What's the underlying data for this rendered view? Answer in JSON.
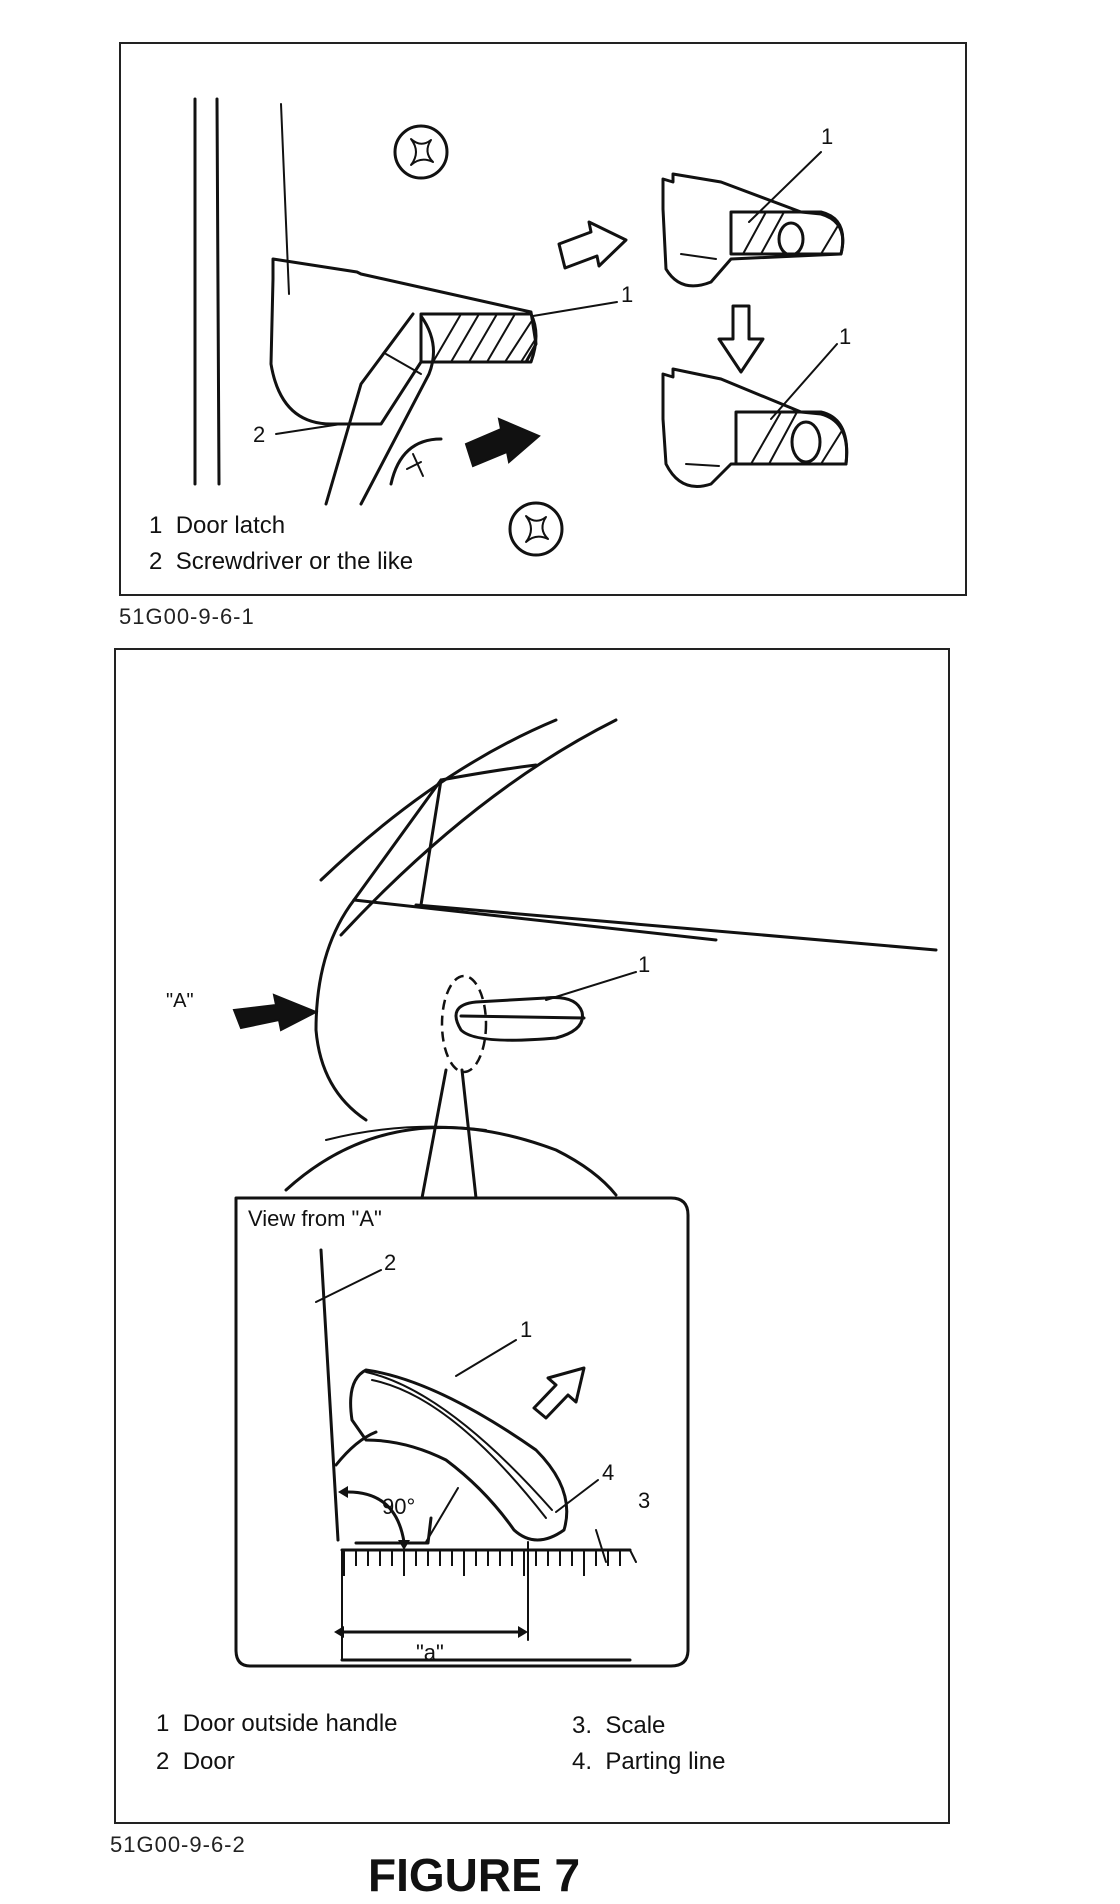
{
  "panel_top": {
    "legend": [
      {
        "number": "1",
        "text": "Door latch"
      },
      {
        "number": "2",
        "text": "Screwdriver or the like"
      }
    ],
    "callouts": {
      "latch_main": "1",
      "latch_upper": "1",
      "latch_lower": "1",
      "screwdriver": "2"
    },
    "code": "51G00-9-6-1"
  },
  "panel_bottom": {
    "view_label": "\"A\"",
    "inset_title": "View from \"A\"",
    "angle_label": "90°",
    "dimension_label": "\"a\"",
    "callouts": {
      "handle_car": "1",
      "handle_inset": "1",
      "door_inset": "2",
      "scale_inset": "3",
      "parting_line": "4"
    },
    "legend_left": [
      {
        "number": "1",
        "text": "Door outside handle"
      },
      {
        "number": "2",
        "text": "Door"
      }
    ],
    "legend_right": [
      {
        "number": "3.",
        "text": "Scale"
      },
      {
        "number": "4.",
        "text": "Parting line"
      }
    ],
    "code": "51G00-9-6-2"
  },
  "figure_title": "FIGURE 7"
}
